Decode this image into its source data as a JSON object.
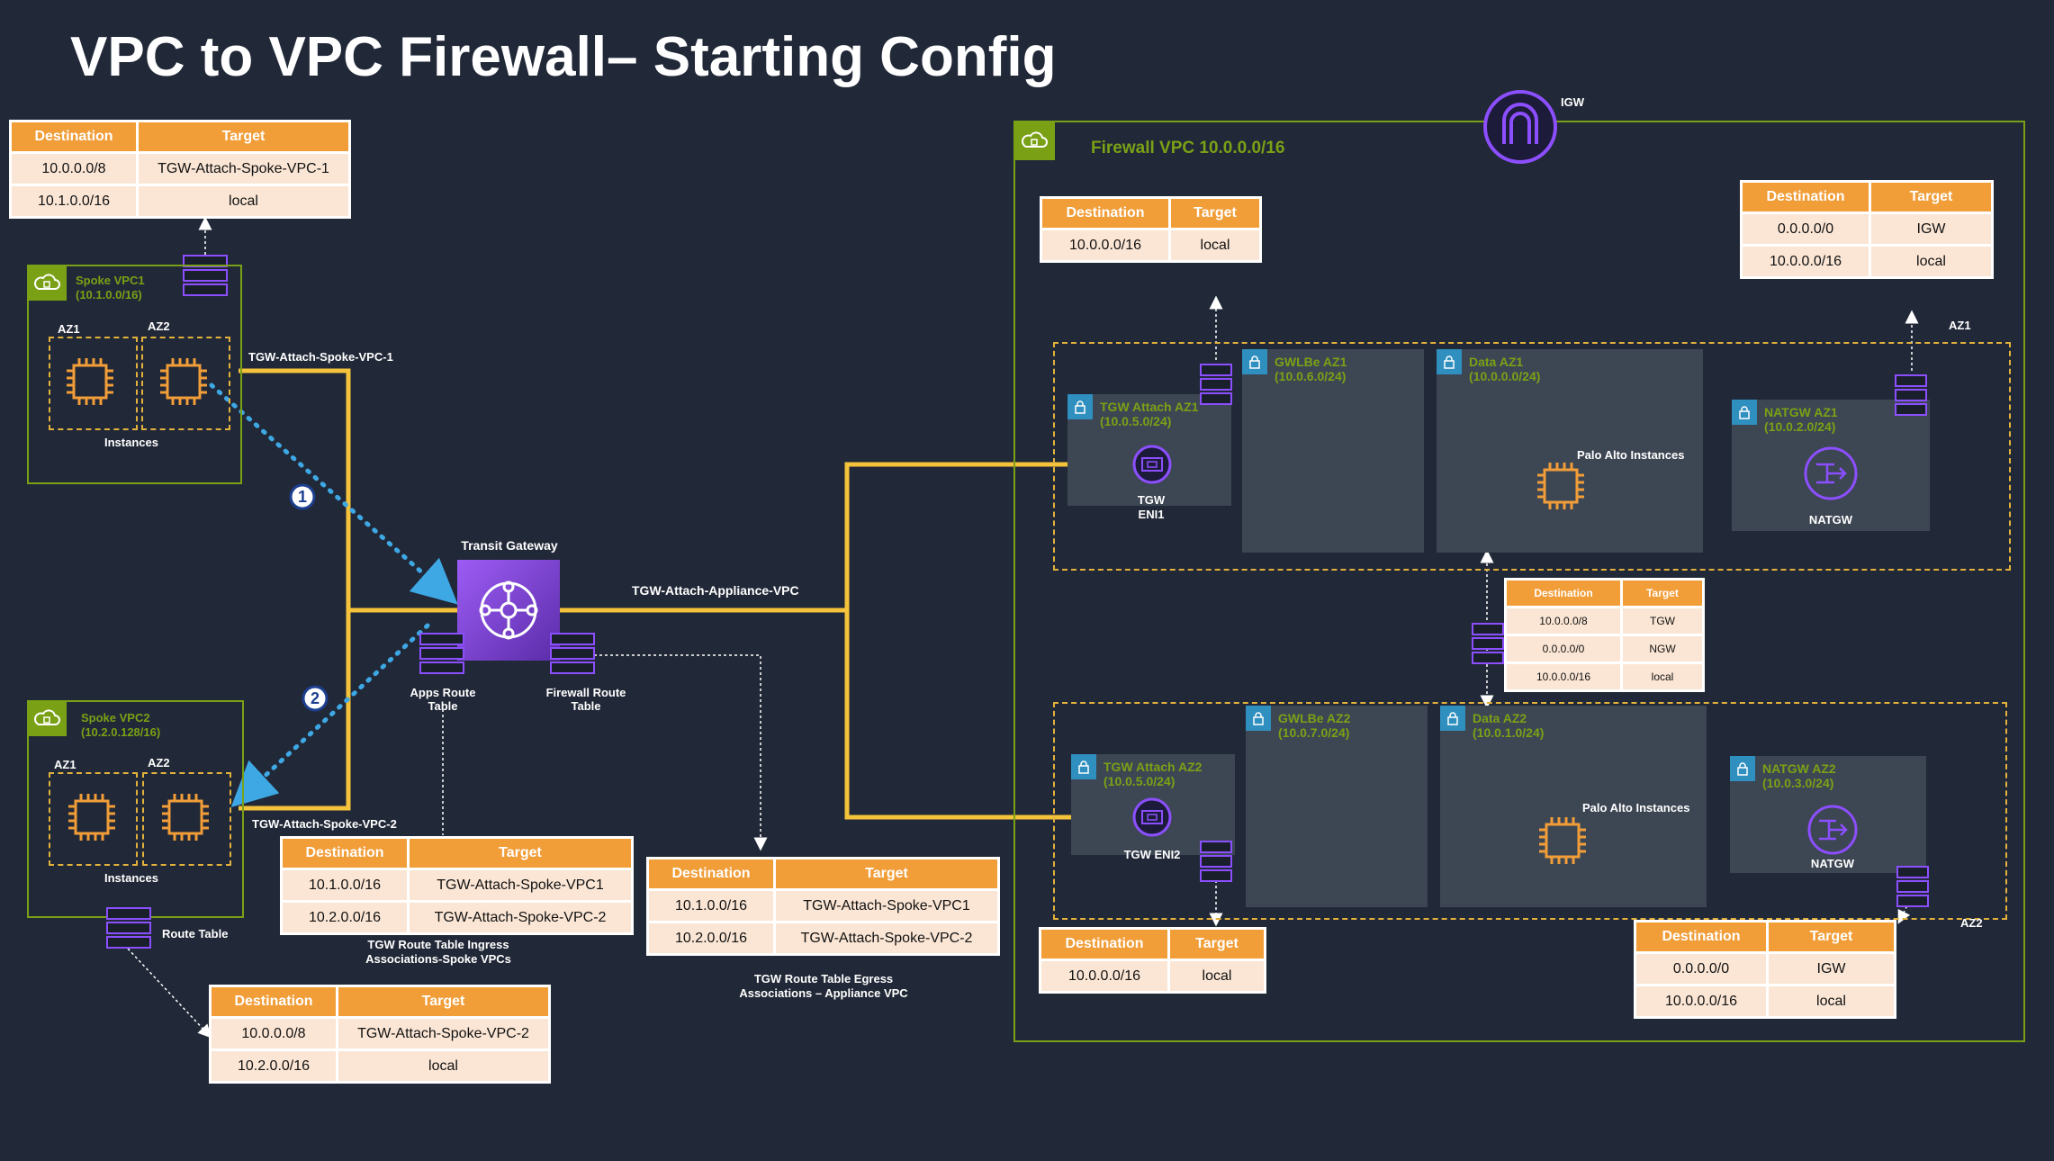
{
  "title": "VPC to VPC Firewall– Starting Config",
  "labels": {
    "igw": "IGW",
    "firewall_vpc": "Firewall VPC 10.0.0.0/16",
    "spoke1_name": "Spoke VPC1",
    "spoke1_cidr": "(10.1.0.0/16)",
    "spoke2_name": "Spoke VPC2",
    "spoke2_cidr": "(10.2.0.128/16)",
    "az1": "AZ1",
    "az2": "AZ2",
    "instances": "Instances",
    "route_table": "Route Table",
    "transit_gateway": "Transit Gateway",
    "tgw_attach_spoke1": "TGW-Attach-Spoke-VPC-1",
    "tgw_attach_spoke2": "TGW-Attach-Spoke-VPC-2",
    "tgw_attach_appliance": "TGW-Attach-Appliance-VPC",
    "apps_route_table": "Apps Route Table",
    "firewall_route_table": "Firewall Route Table",
    "step1": "1",
    "step2": "2",
    "ingress_caption_1": "TGW Route Table Ingress",
    "ingress_caption_2": "Associations-Spoke VPCs",
    "egress_caption_1": "TGW Route Table Egress",
    "egress_caption_2": "Associations – Appliance VPC",
    "tgw_attach_az1": "TGW Attach AZ1",
    "tgw_attach_az1_cidr": "(10.0.5.0/24)",
    "tgw_attach_az2": "TGW Attach AZ2",
    "tgw_attach_az2_cidr": "(10.0.5.0/24)",
    "gwlbe_az1": "GWLBe  AZ1",
    "gwlbe_az1_cidr": "(10.0.6.0/24)",
    "gwlbe_az2": "GWLBe  AZ2",
    "gwlbe_az2_cidr": "(10.0.7.0/24)",
    "data_az1": "Data  AZ1",
    "data_az1_cidr": "(10.0.0.0/24)",
    "data_az2": "Data  AZ2",
    "data_az2_cidr": "(10.0.1.0/24)",
    "natgw_az1": "NATGW AZ1",
    "natgw_az1_cidr": "(10.0.2.0/24)",
    "natgw_az2": "NATGW AZ2",
    "natgw_az2_cidr": "(10.0.3.0/24)",
    "palo_alto": "Palo Alto Instances",
    "tgw_eni1_a": "TGW",
    "tgw_eni1_b": "ENI1",
    "tgw_eni2": "TGW ENI2",
    "natgw": "NATGW"
  },
  "header": {
    "destination": "Destination",
    "target": "Target"
  },
  "tables": {
    "spoke1": [
      [
        "10.0.0.0/8",
        "TGW-Attach-Spoke-VPC-1"
      ],
      [
        "10.1.0.0/16",
        "local"
      ]
    ],
    "spoke2": [
      [
        "10.0.0.0/8",
        "TGW-Attach-Spoke-VPC-2"
      ],
      [
        "10.2.0.0/16",
        "local"
      ]
    ],
    "ingress": [
      [
        "10.1.0.0/16",
        "TGW-Attach-Spoke-VPC1"
      ],
      [
        "10.2.0.0/16",
        "TGW-Attach-Spoke-VPC-2"
      ]
    ],
    "egress": [
      [
        "10.1.0.0/16",
        "TGW-Attach-Spoke-VPC1"
      ],
      [
        "10.2.0.0/16",
        "TGW-Attach-Spoke-VPC-2"
      ]
    ],
    "fw_tgw_az1": [
      [
        "10.0.0.0/16",
        "local"
      ]
    ],
    "fw_tgw_az2": [
      [
        "10.0.0.0/16",
        "local"
      ]
    ],
    "natgw_az1": [
      [
        "0.0.0.0/0",
        "IGW"
      ],
      [
        "10.0.0.0/16",
        "local"
      ]
    ],
    "natgw_az2": [
      [
        "0.0.0.0/0",
        "IGW"
      ],
      [
        "10.0.0.0/16",
        "local"
      ]
    ],
    "data": [
      [
        "10.0.0.0/8",
        "TGW"
      ],
      [
        "0.0.0.0/0",
        "NGW"
      ],
      [
        "10.0.0.0/16",
        "local"
      ]
    ]
  },
  "colors": {
    "background": "#212837",
    "vpc_border": "#7aa116",
    "link": "#f5c33b",
    "flow": "#3ea8e5",
    "header": "#f19d38",
    "accent": "#8c4fff"
  }
}
